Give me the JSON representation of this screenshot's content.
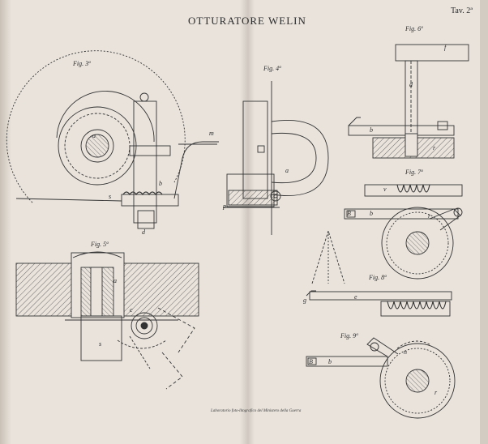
{
  "header": {
    "title": "OTTURATORE WELIN",
    "plate_number": "Tav. 2ª"
  },
  "figures": {
    "fig3": "Fig. 3ª",
    "fig4": "Fig. 4ª",
    "fig5": "Fig. 5ª",
    "fig6": "Fig. 6ª",
    "fig7": "Fig. 7ª",
    "fig8": "Fig. 8ª",
    "fig9": "Fig. 9ª"
  },
  "letters": {
    "a": "a",
    "b": "b",
    "c": "c",
    "d": "d",
    "f": "f",
    "m": "m",
    "p": "p",
    "r": "r",
    "s": "s",
    "v": "v",
    "B": "B",
    "e": "e",
    "g": "g",
    "n": "n"
  },
  "footer": {
    "credit": "Laboratorio foto-litografico del Ministero della Guerra"
  }
}
